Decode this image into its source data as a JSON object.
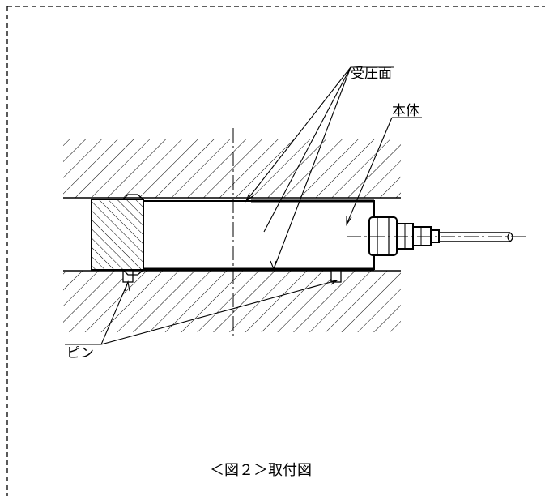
{
  "labels": {
    "pressure_surface": "受圧面",
    "main_body": "本体",
    "pin": "ピン"
  },
  "caption": "＜図２＞取付図",
  "colors": {
    "line": "#000000",
    "background": "#ffffff"
  }
}
